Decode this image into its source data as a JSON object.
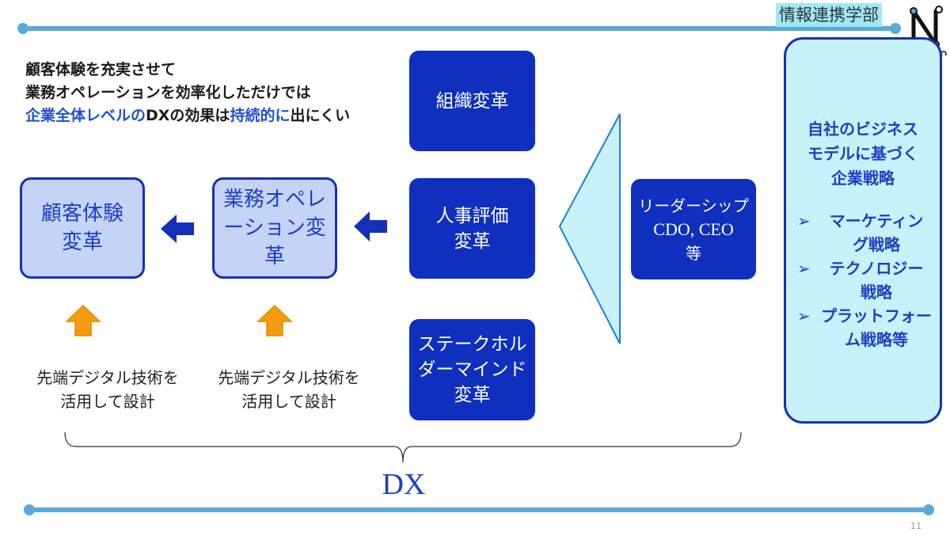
{
  "header": {
    "department": "情報連携学部"
  },
  "intro": {
    "line1": "顧客体験を充実させて",
    "line2": "業務オペレーションを効率化しただけでは",
    "line3_part1": "企業全体レベルの",
    "line3_part2": "DXの効果は",
    "line3_part3": "持続的に",
    "line3_part4": "出にくい"
  },
  "left_boxes": {
    "customer": {
      "line1": "顧客体験",
      "line2": "変革"
    },
    "operation": {
      "line1": "業務オペレ",
      "line2": "ーション変",
      "line3": "革"
    }
  },
  "captions": {
    "left": {
      "line1": "先端デジタル技術を",
      "line2": "活用して設計"
    },
    "right": {
      "line1": "先端デジタル技術を",
      "line2": "活用して設計"
    }
  },
  "middle_boxes": {
    "org": {
      "line1": "組織変革"
    },
    "hr": {
      "line1": "人事評価",
      "line2": "変革"
    },
    "stakeholder": {
      "line1": "ステークホル",
      "line2": "ダーマインド",
      "line3": "変革"
    }
  },
  "leadership": {
    "line1": "リーダーシップ",
    "line2": "CDO, CEO",
    "line3": "等"
  },
  "strategy": {
    "title_line1": "自社のビジネス",
    "title_line2": "モデルに基づく",
    "title_line3": "企業戦略",
    "bullet_mark": "➢",
    "items": [
      {
        "line1": "マーケティン",
        "line2": "グ戦略"
      },
      {
        "line1": "テクノロジー",
        "line2": "戦略"
      },
      {
        "line1": "プラットフォー",
        "line2": "ム戦略等"
      }
    ]
  },
  "bracket_label": "DX",
  "page_number": "11",
  "colors": {
    "accent_line": "#5aa9dc",
    "navy_box": "#0f2fbf",
    "light_box": "#c5d3f7",
    "highlight_text": "#1f4fd6",
    "strategy_fill": "#c8f2fb",
    "triangle_fill": "#c8f2fb",
    "up_arrow": "#f39c12",
    "left_arrow": "#1530b8"
  }
}
